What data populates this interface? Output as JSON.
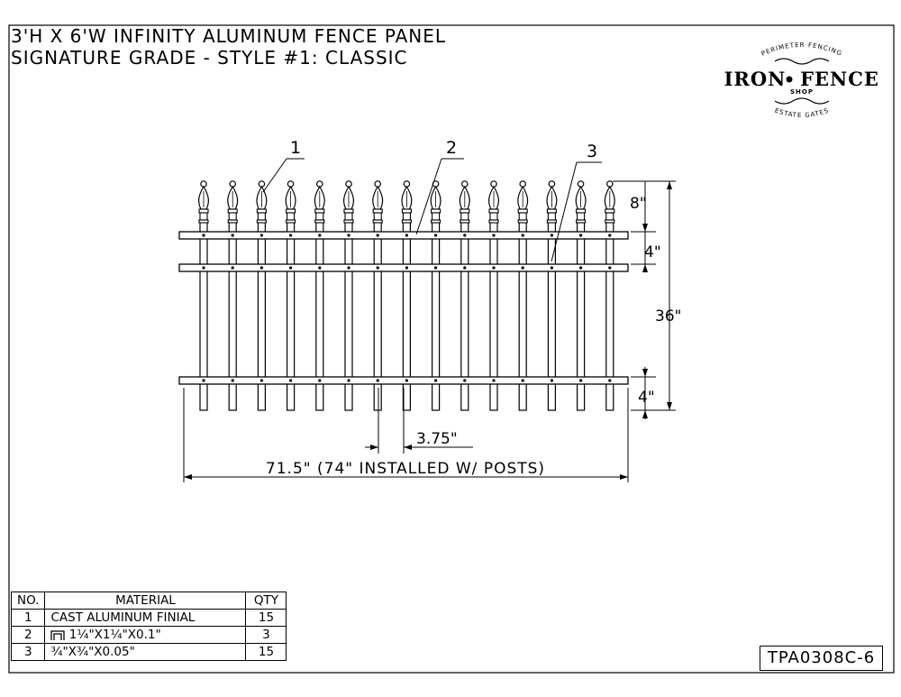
{
  "title": {
    "line1": "3'H X 6'W INFINITY ALUMINUM FENCE PANEL",
    "line2": "SIGNATURE GRADE - STYLE #1: CLASSIC"
  },
  "logo": {
    "top_text": "PERIMETER FENCING",
    "main_left": "IRON",
    "main_right": "FENCE",
    "sub": "SHOP",
    "bottom_text": "ESTATE GATES"
  },
  "callouts": [
    "1",
    "2",
    "3"
  ],
  "dimensions": {
    "finial_height": "8\"",
    "rail_spacing": "4\"",
    "panel_height": "36\"",
    "bottom_extension": "4\"",
    "picket_spacing": "3.75\"",
    "overall_width": "71.5\" (74\" INSTALLED W/ POSTS)"
  },
  "bom": {
    "headers": [
      "NO.",
      "MATERIAL",
      "QTY"
    ],
    "rows": [
      {
        "no": "1",
        "material": "CAST ALUMINUM FINIAL",
        "qty": "15"
      },
      {
        "no": "2",
        "material": "1¼\"X1¼\"X0.1\"",
        "qty": "3",
        "icon": "u-channel-icon"
      },
      {
        "no": "3",
        "material": "¾\"X¾\"X0.05\"",
        "qty": "15"
      }
    ]
  },
  "part_number": "TPA0308C-6",
  "picket_count": 15
}
